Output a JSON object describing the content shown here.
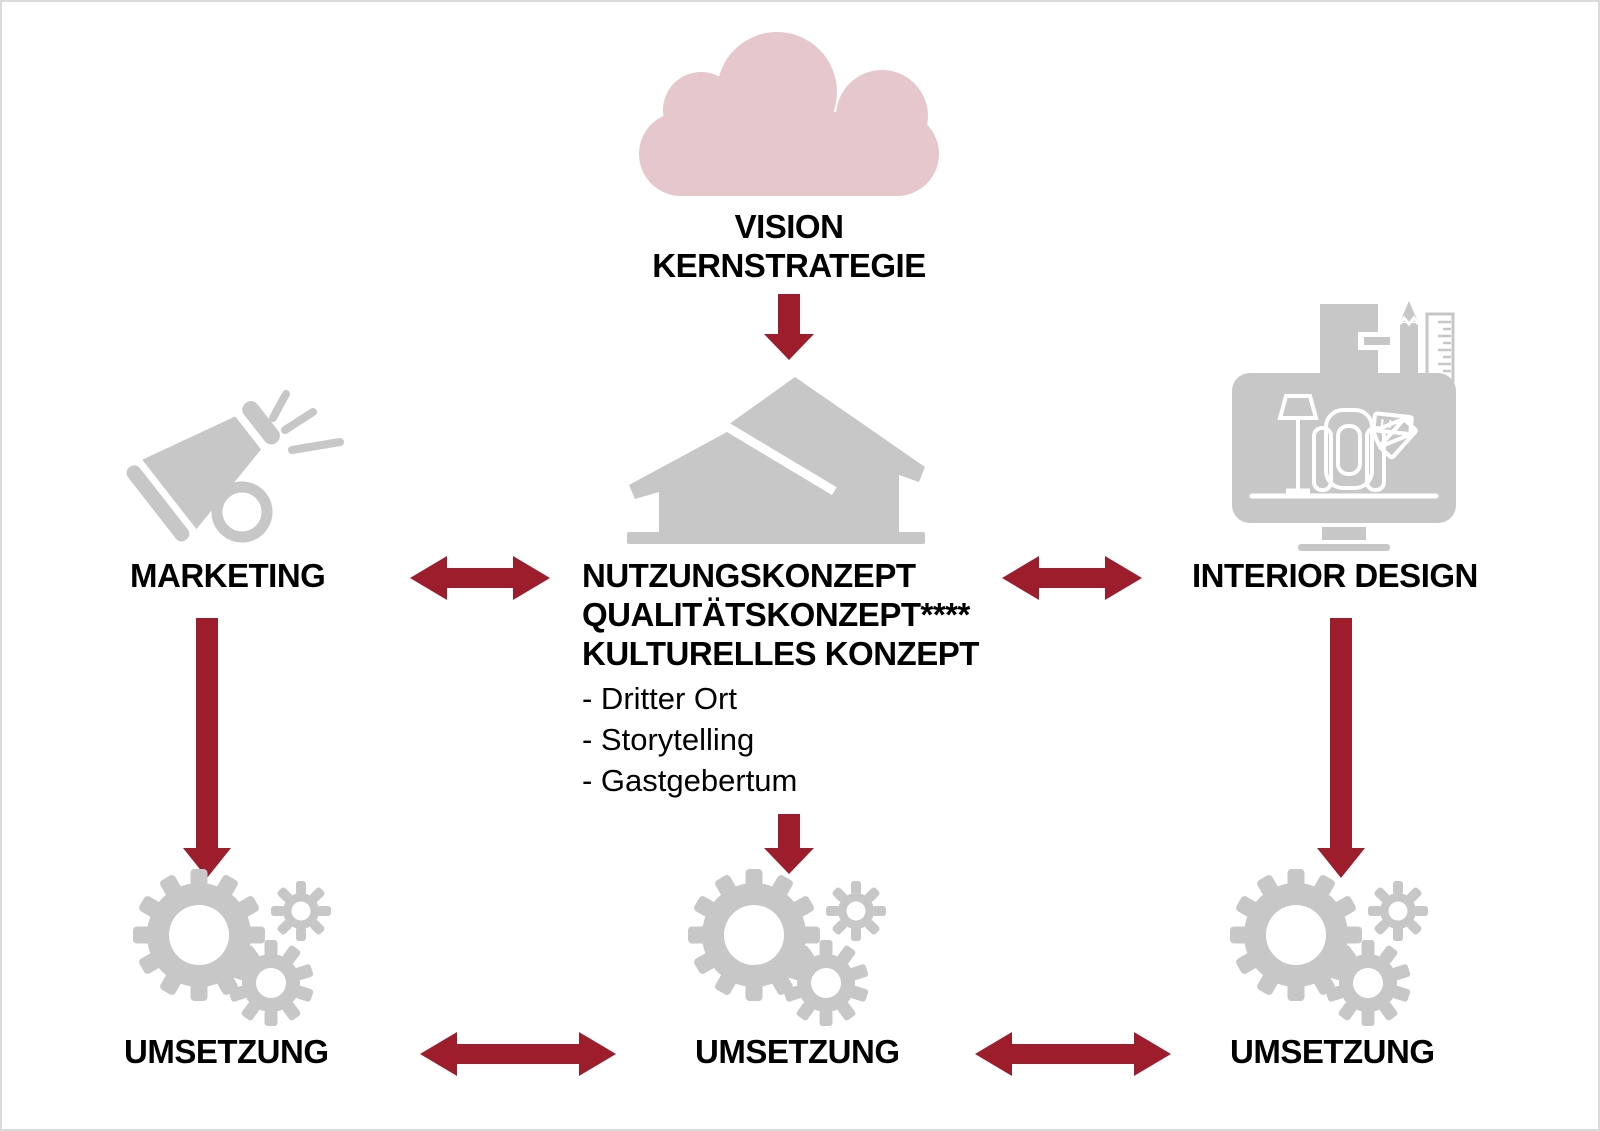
{
  "colors": {
    "accent_red": "#9E1D2C",
    "cloud_pink": "#E6C8CC",
    "icon_gray": "#C7C7C7",
    "text_black": "#000000",
    "background": "#FFFFFF",
    "border": "#DADADA"
  },
  "diagram": {
    "vision": {
      "icon": "cloud-icon",
      "line1": "VISION",
      "line2": "KERNSTRATEGIE"
    },
    "marketing": {
      "icon": "megaphone-icon",
      "label": "MARKETING",
      "implementation_label": "UMSETZUNG",
      "implementation_icon": "gears-icon"
    },
    "concept": {
      "icon": "house-icon",
      "heading_line1": "NUTZUNGSKONZEPT",
      "heading_line2": "QUALITÄTSKONZEPT****",
      "heading_line3": "KULTURELLES KONZEPT",
      "bullet1": "- Dritter Ort",
      "bullet2": "- Storytelling",
      "bullet3": "- Gastgebertum",
      "implementation_label": "UMSETZUNG",
      "implementation_icon": "gears-icon"
    },
    "interior": {
      "icon": "computer-interior-design-icon",
      "label": "INTERIOR DESIGN",
      "implementation_label": "UMSETZUNG",
      "implementation_icon": "gears-icon"
    }
  }
}
